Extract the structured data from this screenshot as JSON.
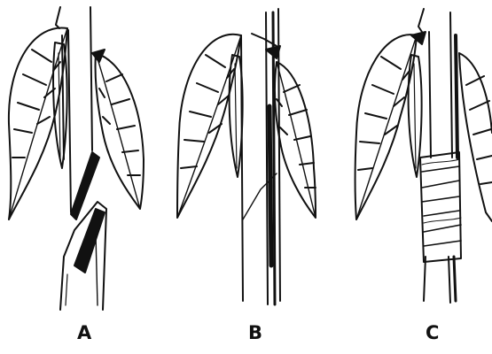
{
  "figure": {
    "panels": [
      {
        "label": "A"
      },
      {
        "label": "B"
      },
      {
        "label": "C"
      }
    ],
    "colors": {
      "ink": "#111111",
      "paper": "#ffffff"
    }
  }
}
